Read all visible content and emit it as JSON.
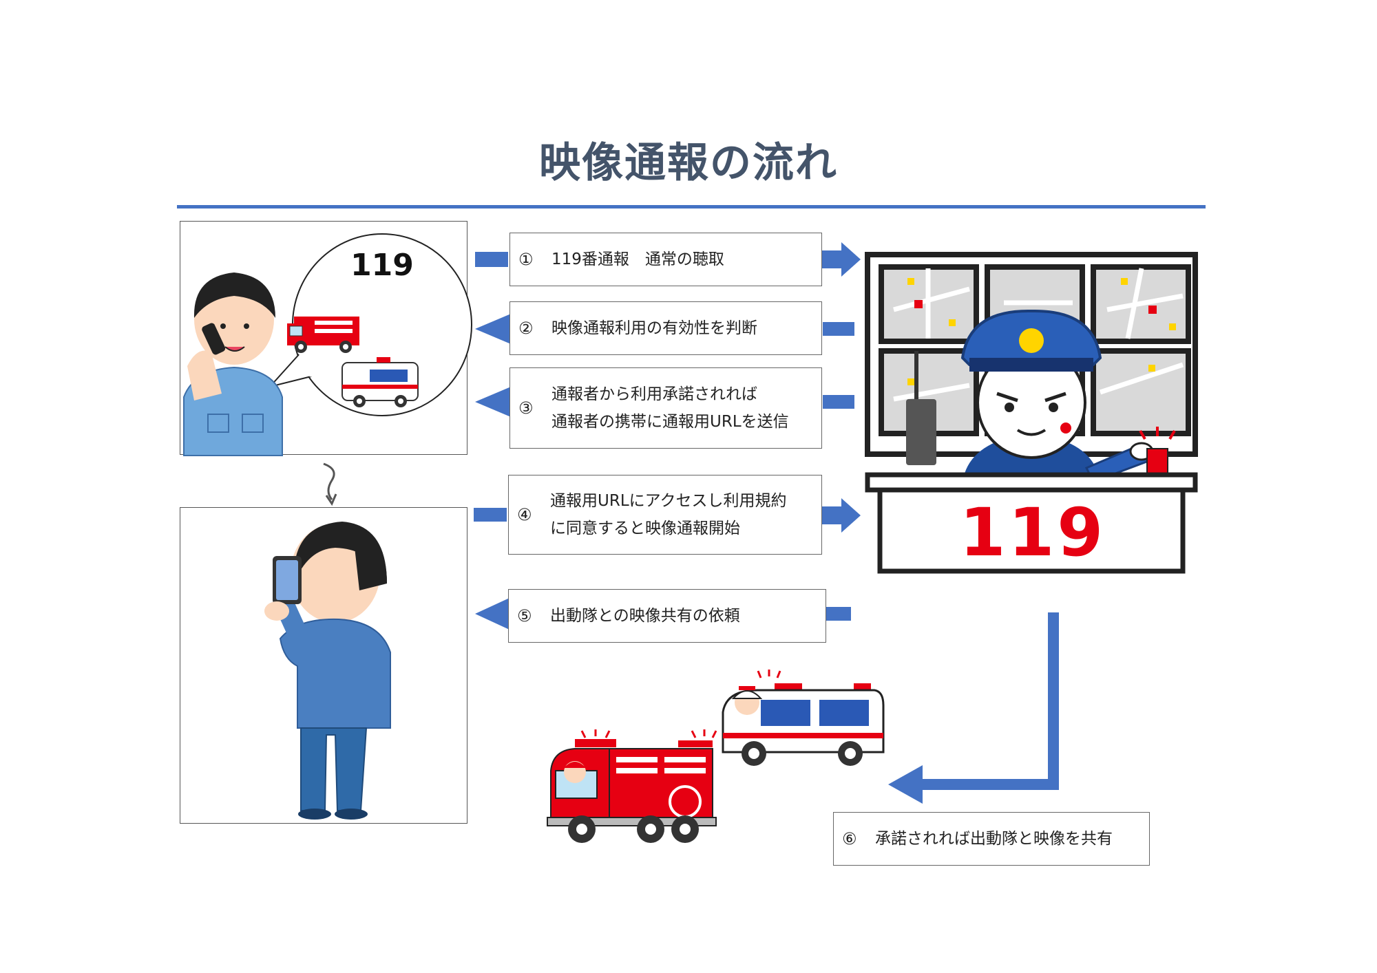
{
  "title": "映像通報の流れ",
  "colors": {
    "accent": "#4472C4",
    "title": "#44546A",
    "fire_red": "#E60012"
  },
  "bubble_number": "119",
  "desk_number": "119",
  "steps": [
    {
      "num": "①",
      "lines": [
        "119番通報　通常の聴取"
      ]
    },
    {
      "num": "②",
      "lines": [
        "映像通報利用の有効性を判断"
      ]
    },
    {
      "num": "③",
      "lines": [
        "通報者から利用承諾されれば",
        "通報者の携帯に通報用URLを送信"
      ]
    },
    {
      "num": "④",
      "lines": [
        "通報用URLにアクセスし利用規約",
        "に同意すると映像通報開始"
      ]
    },
    {
      "num": "⑤",
      "lines": [
        "出動隊との映像共有の依頼"
      ]
    },
    {
      "num": "⑥",
      "lines": [
        "承諾されれば出動隊と映像を共有"
      ]
    }
  ],
  "illustrations": {
    "caller": "person-phone-call",
    "video_caller": "person-smartphone-video",
    "dispatcher": "dispatcher-at-desk",
    "fire_engine": "fire-engine",
    "ambulance": "ambulance"
  }
}
